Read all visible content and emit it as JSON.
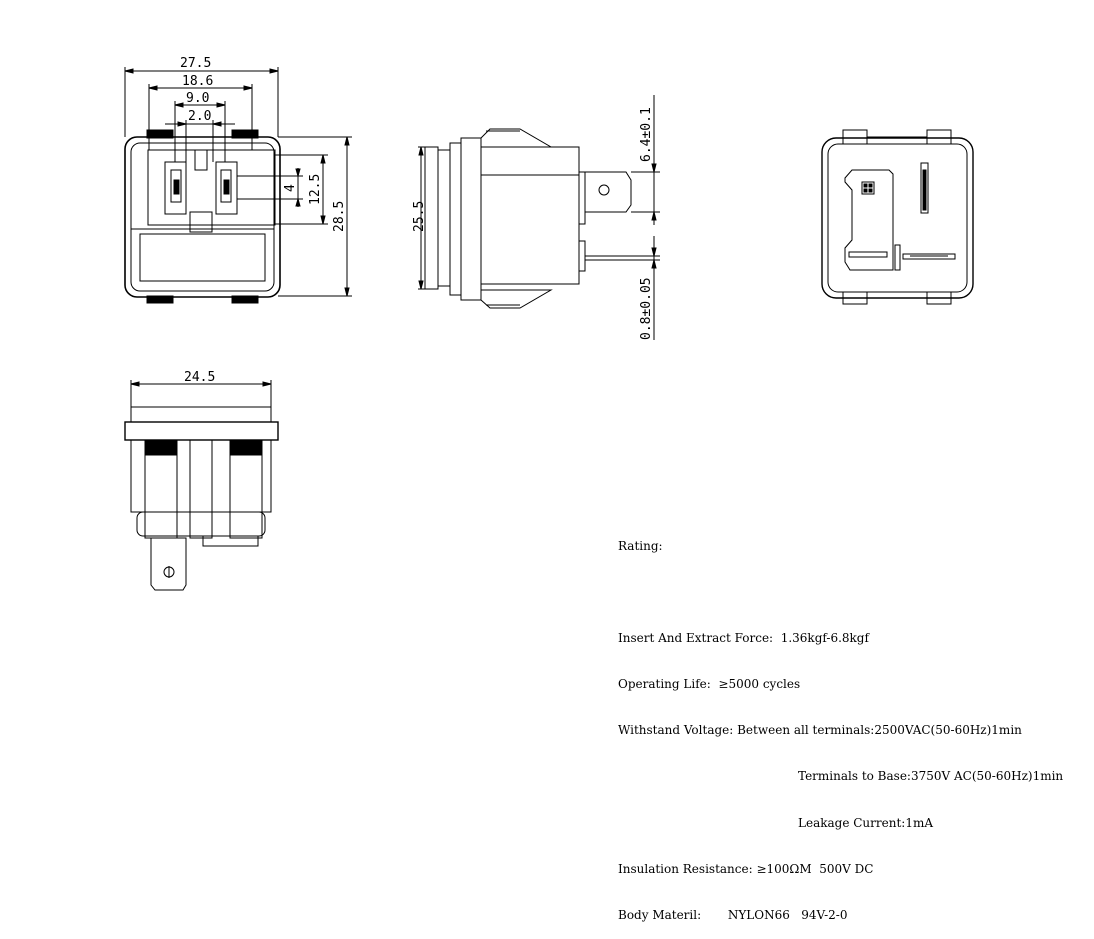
{
  "front_view": {
    "dim_overall_width": "27.5",
    "dim_inner_width": "18.6",
    "dim_pin_spacing": "9.0",
    "dim_pin_width": "2.0",
    "dim_pin_height": "4",
    "dim_window_height": "12.5",
    "dim_overall_height": "28.5"
  },
  "side_view": {
    "dim_body_height": "25.5",
    "dim_terminal_width": "6.4±0.1",
    "dim_terminal_thickness": "0.8±0.05"
  },
  "bottom_view": {
    "dim_width": "24.5"
  },
  "specs": {
    "rating_label": "Rating:",
    "insert_force": "Insert And Extract Force:  1.36kgf-6.8kgf",
    "operating_life": "Operating Life:  ≥5000 cycles",
    "withstand_voltage": "Withstand Voltage: Between all terminals:2500VAC(50-60Hz)1min",
    "terminals_to_base": "Terminals to Base:3750V AC(50-60Hz)1min",
    "leakage_current": "Leakage Current:1mA",
    "insulation_resistance": "Insulation Resistance: ≥100ΩM  500V DC",
    "body_material": "Body Materil:       NYLON66   94V-2-0"
  }
}
